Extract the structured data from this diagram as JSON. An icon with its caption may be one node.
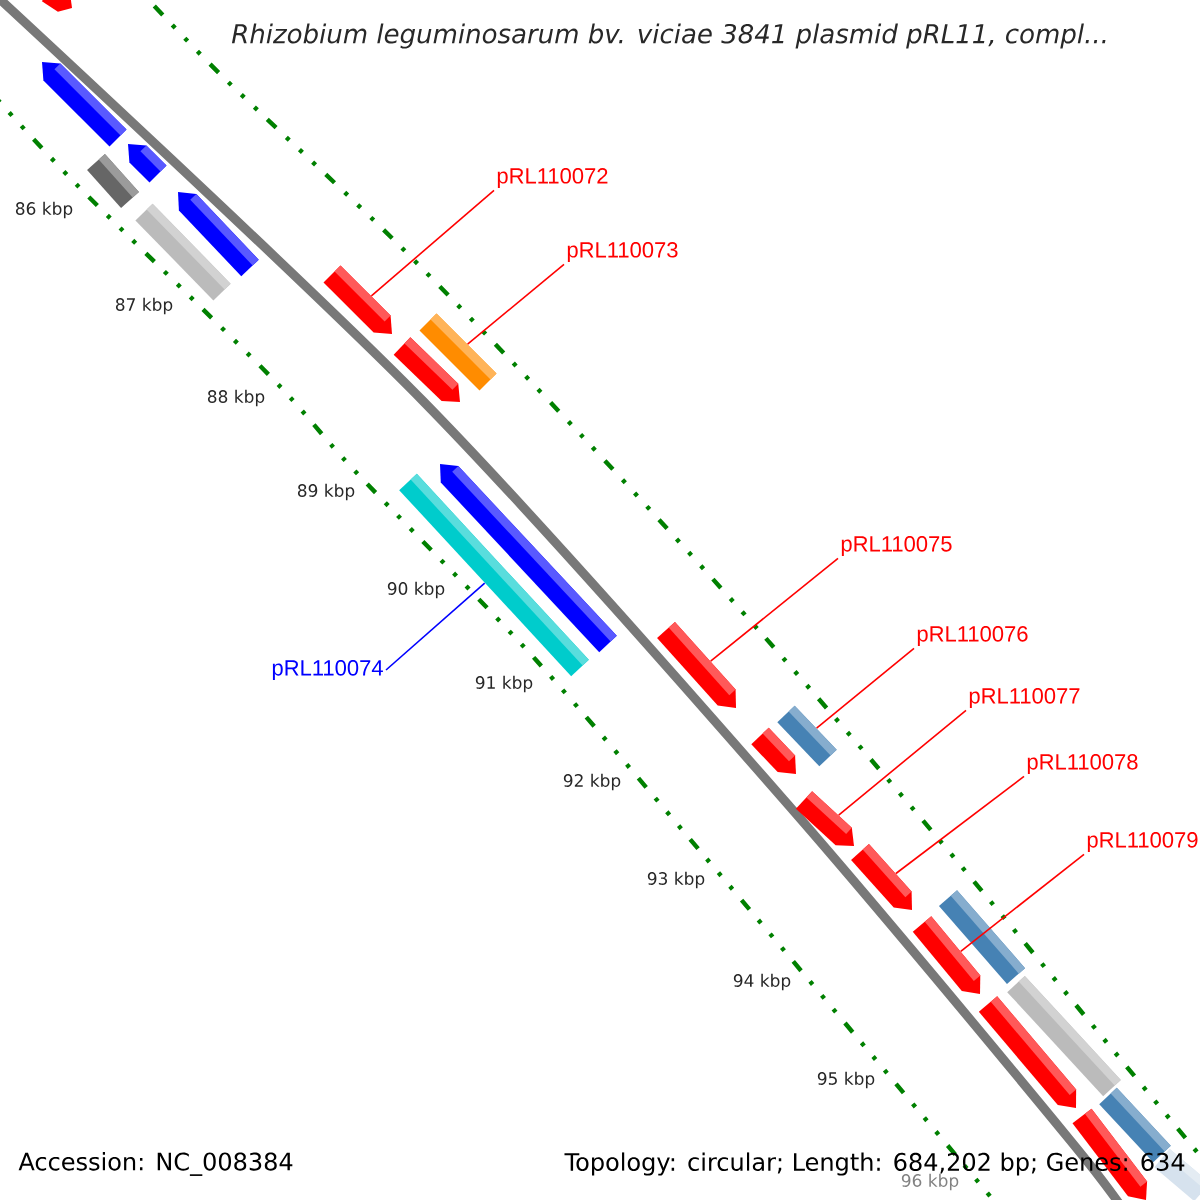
{
  "diagram": {
    "title": "*Rhizobium leguminosarum* bv. viciae 3841 plasmid pRL11, compl...",
    "nodes": [
      {
        "text": [],
        "shape": "bar"
      },
      {
        "text": [],
        "shape": "bar"
      },
      {
        "text": [],
        "shape": "bar"
      },
      {
        "text": [],
        "shape": "bar"
      },
      {
        "text": [],
        "shape": "bar"
      },
      {
        "text": [],
        "shape": "bar"
      },
      {
        "text": [],
        "shape": "bar"
      },
      {
        "text": [],
        "shape": "bar"
      },
      {
        "text": [],
        "shape": "bar"
      },
      {
        "text": [],
        "shape": "bar"
      },
      {
        "text": [],
        "shape": "bar"
      },
      {
        "text": [],
        "shape": "bar"
      },
      {
        "text": [],
        "shape": "bar"
      },
      {
        "text": [],
        "shape": "bar"
      },
      {
        "text": [],
        "shape": "bar"
      },
      {
        "text": [],
        "shape": "bar"
      },
      {
        "text": [],
        "shape": "bar"
      },
      {
        "text": [],
        "shape": "bar"
      },
      {
        "text": [],
        "shape": "bar"
      },
      {
        "text": [],
        "shape": "bar"
      },
      {
        "text": [],
        "shape": "bar"
      },
      {
        "text": [],
        "shape": "bar"
      },
      {
        "text": [],
        "shape": "bar"
      },
      {
        "text": [
          "pRL110072"
        ]
      },
      {
        "text": [
          "pRL110073"
        ]
      },
      {
        "text": [
          "pRL110074"
        ]
      },
      {
        "text": [
          "pRL110075"
        ]
      },
      {
        "text": [
          "pRL110076"
        ]
      },
      {
        "text": [
          "pRL110077"
        ]
      },
      {
        "text": [
          "pRL110078"
        ]
      },
      {
        "text": [
          "pRL110079"
        ]
      }
    ],
    "edges": [
      {
        "from": 23,
        "to": 6,
        "arrow": "none"
      },
      {
        "from": 24,
        "to": 7,
        "arrow": "none"
      },
      {
        "from": 25,
        "to": 10,
        "arrow": "none",
        "color": "#0000ff"
      },
      {
        "from": 26,
        "to": 11,
        "arrow": "none"
      },
      {
        "from": 27,
        "to": 12,
        "arrow": "none"
      },
      {
        "from": 28,
        "to": 14,
        "arrow": "none"
      },
      {
        "from": 29,
        "to": 15,
        "arrow": "none"
      },
      {
        "from": 30,
        "to": 17,
        "arrow": "none"
      }
    ],
    "labels": [
      "86 kbp",
      "87 kbp",
      "88 kbp",
      "89 kbp",
      "90 kbp",
      "91 kbp",
      "92 kbp",
      "93 kbp",
      "94 kbp",
      "95 kbp",
      "96 kbp",
      "Accession: NC_008384",
      "Topology: circular; Length: 684,202 bp; Genes: 634"
    ]
  }
}
